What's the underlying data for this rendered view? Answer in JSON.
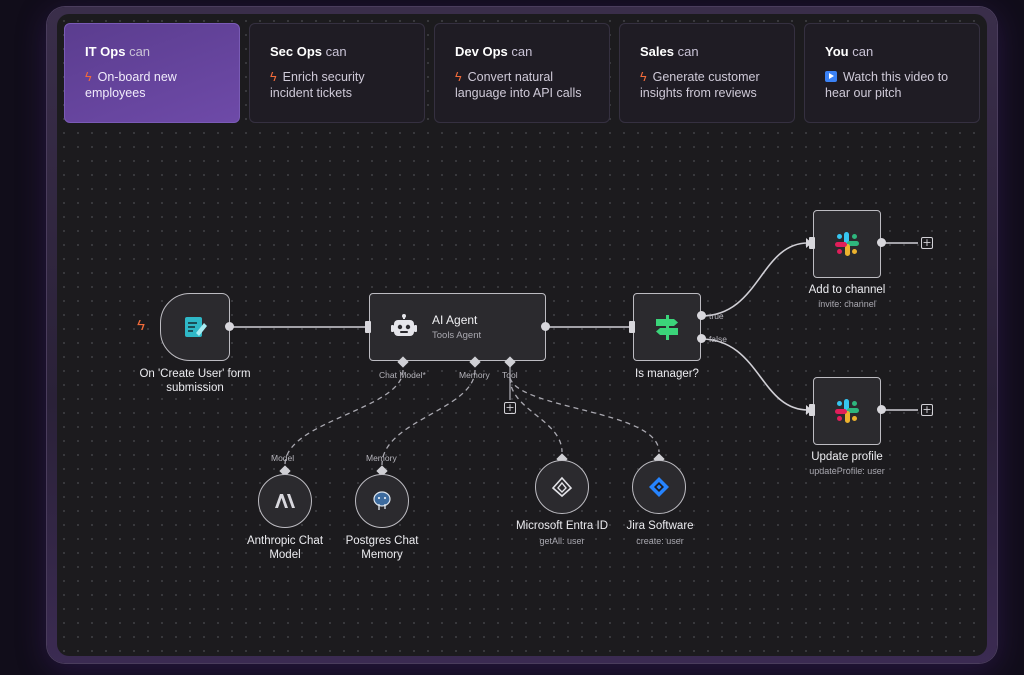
{
  "tabs": [
    {
      "team": "IT Ops",
      "can": "can",
      "icon": "bolt-icon",
      "description": "On-board new employees",
      "active": true
    },
    {
      "team": "Sec Ops",
      "can": "can",
      "icon": "bolt-icon",
      "description": "Enrich security incident tickets",
      "active": false
    },
    {
      "team": "Dev Ops",
      "can": "can",
      "icon": "bolt-icon",
      "description": "Convert natural language into API calls",
      "active": false
    },
    {
      "team": "Sales",
      "can": "can",
      "icon": "bolt-icon",
      "description": "Generate customer insights from reviews",
      "active": false
    },
    {
      "team": "You",
      "can": "can",
      "icon": "play-icon",
      "description": "Watch this video to hear our pitch",
      "active": false
    }
  ],
  "workflow": {
    "trigger": {
      "label": "On 'Create User' form submission",
      "icon": "form-icon"
    },
    "agent": {
      "title": "AI Agent",
      "subtitle": "Tools Agent",
      "icon": "robot-icon",
      "ports": {
        "chat_model": "Chat Model*",
        "memory": "Memory",
        "tool": "Tool"
      }
    },
    "if_node": {
      "label": "Is manager?",
      "icon": "signpost-icon",
      "true_label": "true",
      "false_label": "false"
    },
    "slack_top": {
      "label": "Add to channel",
      "sub": "invite: channel",
      "icon": "slack-icon"
    },
    "slack_bottom": {
      "label": "Update profile",
      "sub": "updateProfile: user",
      "icon": "slack-icon"
    },
    "model": {
      "port_label": "Model",
      "label": "Anthropic Chat Model",
      "icon": "anthropic-icon"
    },
    "memory": {
      "port_label": "Memory",
      "label": "Postgres Chat Memory",
      "icon": "postgres-icon"
    },
    "entra": {
      "label": "Microsoft Entra ID",
      "sub": "getAll: user",
      "icon": "entra-icon"
    },
    "jira": {
      "label": "Jira Software",
      "sub": "create: user",
      "icon": "jira-icon"
    }
  },
  "colors": {
    "accent": "#6e4aa8",
    "bolt": "#f26b3a",
    "canvas": "#1c1b1e"
  }
}
